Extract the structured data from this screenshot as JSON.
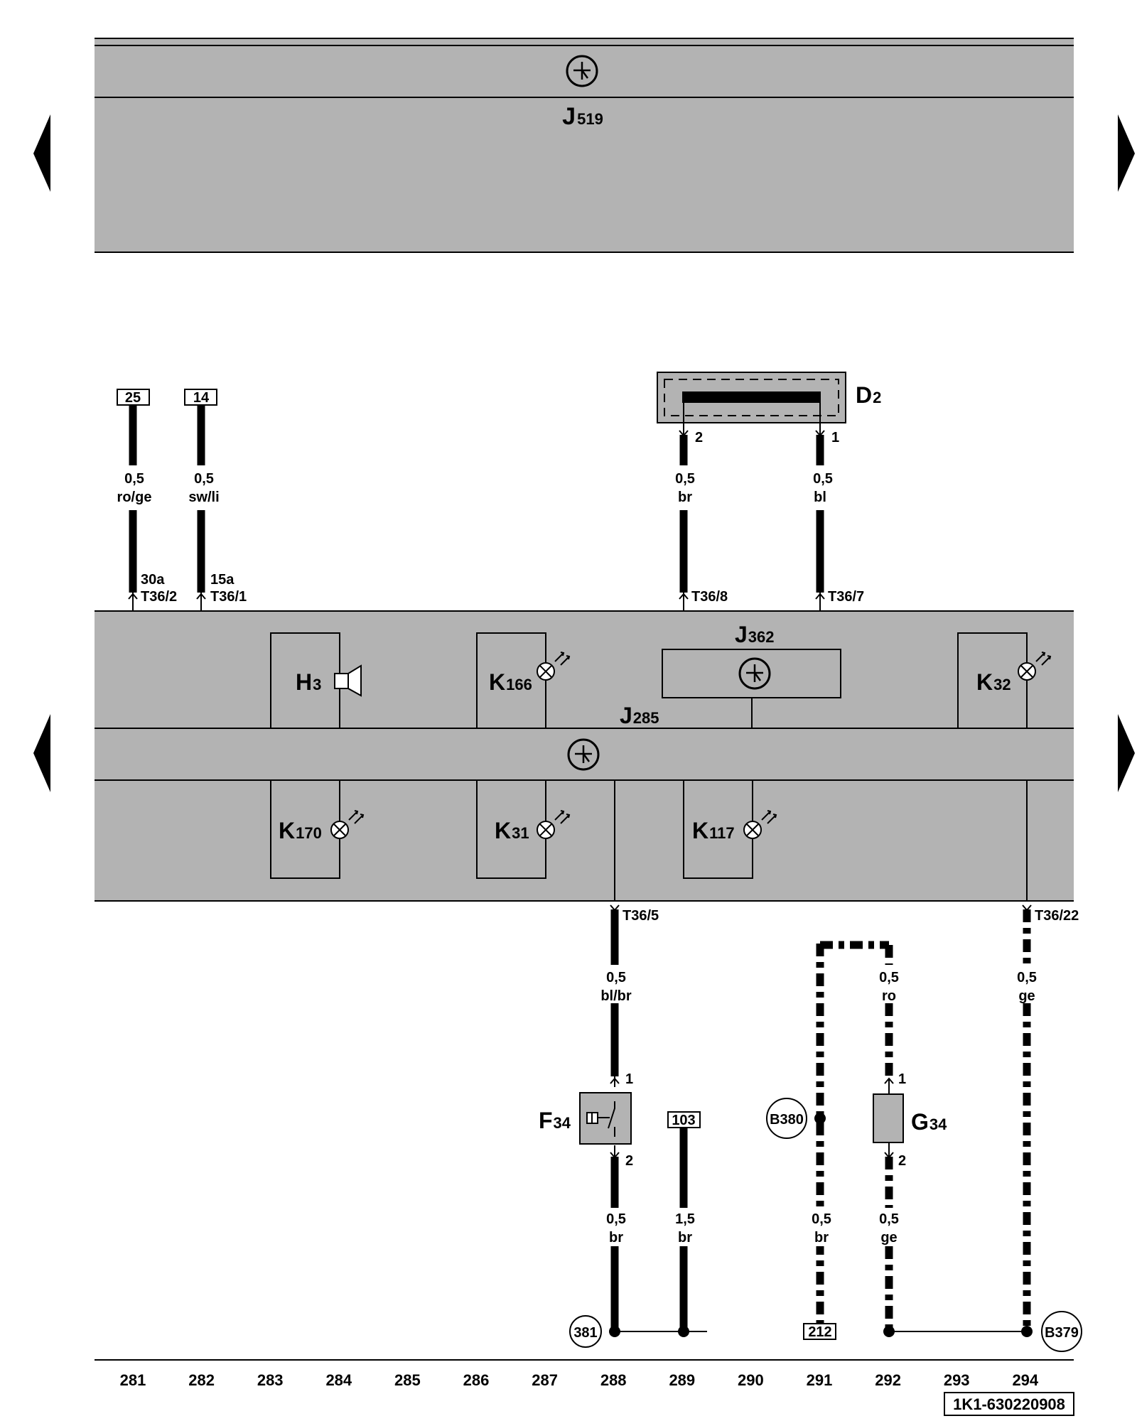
{
  "modules": {
    "j519": {
      "letter": "J",
      "sub": "519"
    },
    "j285": {
      "letter": "J",
      "sub": "285"
    },
    "j362": {
      "letter": "J",
      "sub": "362"
    },
    "d2": {
      "letter": "D",
      "sub": "2"
    }
  },
  "components": {
    "h3": {
      "letter": "H",
      "sub": "3"
    },
    "k166": {
      "letter": "K",
      "sub": "166"
    },
    "k32": {
      "letter": "K",
      "sub": "32"
    },
    "k170": {
      "letter": "K",
      "sub": "170"
    },
    "k31": {
      "letter": "K",
      "sub": "31"
    },
    "k117": {
      "letter": "K",
      "sub": "117"
    },
    "f34": {
      "letter": "F",
      "sub": "34"
    },
    "g34": {
      "letter": "G",
      "sub": "34"
    }
  },
  "refs": {
    "r25": "25",
    "r14": "14",
    "r103": "103",
    "r212": "212",
    "c381": "381",
    "b380": "B380",
    "b379": "B379"
  },
  "wires": {
    "w282": {
      "size": "0,5",
      "color": "ro/ge"
    },
    "w283": {
      "size": "0,5",
      "color": "sw/li"
    },
    "w289a": {
      "size": "0,5",
      "color": "br"
    },
    "w291a": {
      "size": "0,5",
      "color": "bl"
    },
    "w288": {
      "size": "0,5",
      "color": "bl/br"
    },
    "w292a": {
      "size": "0,5",
      "color": "ro"
    },
    "w294": {
      "size": "0,5",
      "color": "ge"
    },
    "w288b": {
      "size": "0,5",
      "color": "br"
    },
    "w289b": {
      "size": "1,5",
      "color": "br"
    },
    "w291b": {
      "size": "0,5",
      "color": "br"
    },
    "w292b": {
      "size": "0,5",
      "color": "ge"
    }
  },
  "terminals": {
    "t1a": "30a",
    "t1b": "T36/2",
    "t2a": "15a",
    "t2b": "T36/1",
    "t3": "T36/8",
    "t4": "T36/7",
    "t5": "T36/5",
    "t6": "T36/22"
  },
  "pins": {
    "d2_left": "2",
    "d2_right": "1",
    "f34_top": "1",
    "f34_bottom": "2",
    "g34_top": "1",
    "g34_bottom": "2"
  },
  "ruler": [
    "281",
    "282",
    "283",
    "284",
    "285",
    "286",
    "287",
    "288",
    "289",
    "290",
    "291",
    "292",
    "293",
    "294"
  ],
  "doc_number": "1K1-630220908",
  "colors": {
    "module_fill": "#b3b3b3",
    "line": "#000000",
    "background": "#ffffff"
  }
}
